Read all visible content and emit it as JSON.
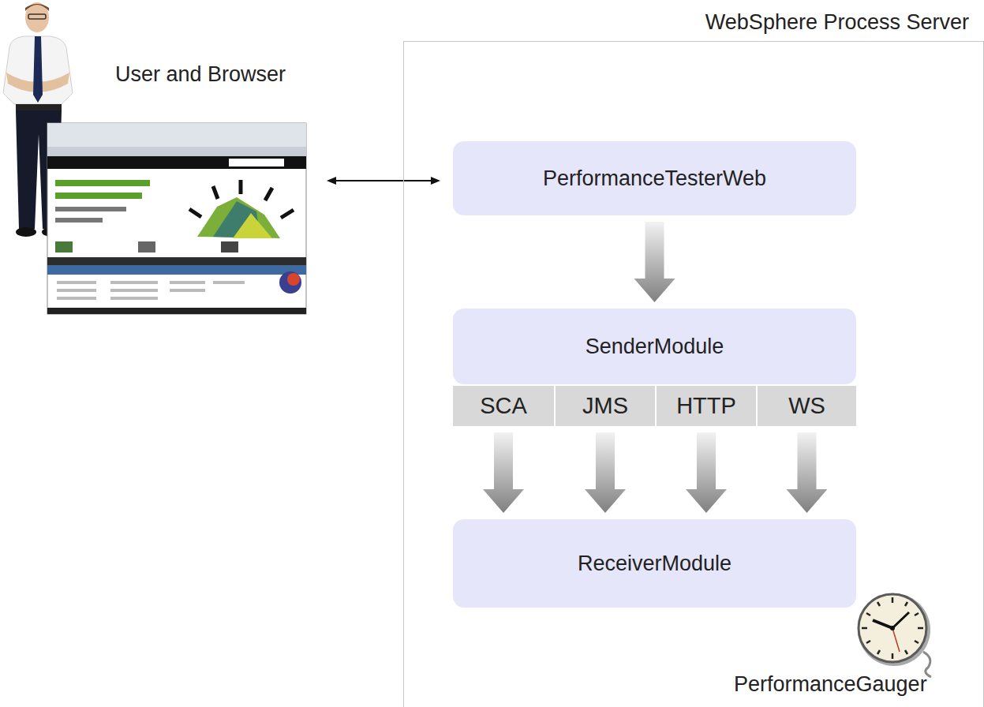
{
  "diagram": {
    "nodes": [
      {
        "text": [
          "WebSphere Process Server"
        ]
      },
      {
        "text": [
          "PerformanceTesterWeb"
        ],
        "in": 0
      },
      {
        "text": [
          "SenderModule"
        ],
        "in": 0
      },
      {
        "text": [
          "SCA"
        ],
        "in": 0
      },
      {
        "text": [
          "JMS"
        ],
        "in": 0
      },
      {
        "text": [
          "HTTP"
        ],
        "in": 0
      },
      {
        "text": [
          "WS"
        ],
        "in": 0
      },
      {
        "text": [
          "ReceiverModule"
        ],
        "in": 0
      }
    ],
    "edges": [
      {
        "from": 1,
        "to": 2,
        "arrow": "to"
      },
      {
        "from": 3,
        "to": 7,
        "arrow": "to"
      },
      {
        "from": 4,
        "to": 7,
        "arrow": "to"
      },
      {
        "from": 5,
        "to": 7,
        "arrow": "to"
      },
      {
        "from": 6,
        "to": 7,
        "arrow": "to"
      }
    ],
    "labels": [
      "User and Browser",
      "PerformanceGauger"
    ]
  }
}
